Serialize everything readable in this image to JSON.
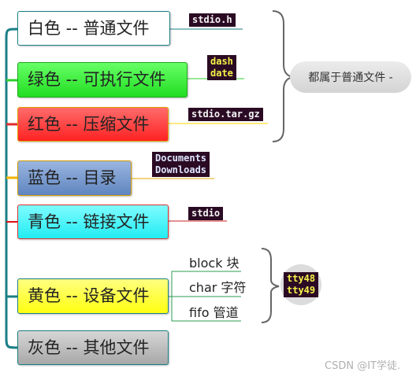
{
  "nodes": {
    "white": {
      "label": "白色 -- 普通文件"
    },
    "green": {
      "label": "绿色 -- 可执行文件"
    },
    "red": {
      "label": "红色 -- 压缩文件"
    },
    "blue": {
      "label": "蓝色 -- 目录"
    },
    "cyan": {
      "label": "青色 -- 链接文件"
    },
    "yellow": {
      "label": "黄色 -- 设备文件"
    },
    "gray": {
      "label": "灰色 -- 其他文件"
    }
  },
  "examples": {
    "white": "stdio.h",
    "green": "dash\ndate",
    "red": "stdio.tar.gz",
    "blue": "Documents\nDownloads",
    "cyan": "stdio",
    "yellow": "tty48\ntty49"
  },
  "device_items": [
    "block 块",
    "char 字符",
    "fifo 管道"
  ],
  "group_note": "都属于普通文件 -",
  "watermark": "CSDN @IT学徒.",
  "colors": {
    "teal_trunk": "#1a7f86",
    "white_fill": "#ffffff",
    "green_fill": "#33e633",
    "red_fill": "#ff3d3d",
    "blue_fill": "#6f93c9",
    "cyan_fill": "#33f0f4",
    "yellow_fill": "#ffff22",
    "gray_fill": "#b9b9b9",
    "terminal_bg": "#2b0b24"
  }
}
